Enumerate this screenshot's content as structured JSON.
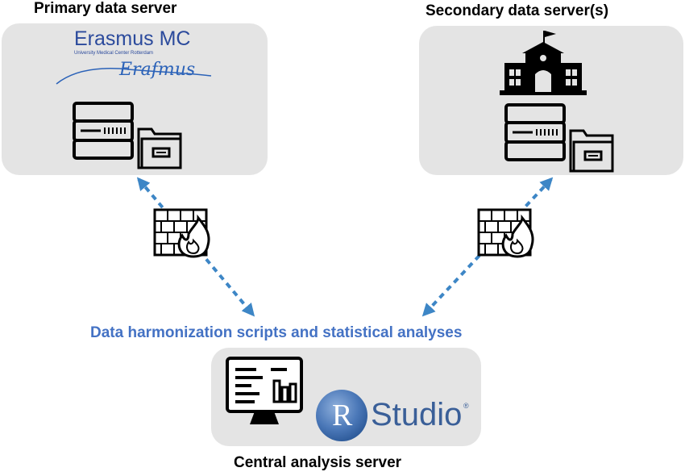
{
  "primary": {
    "title": "Primary data server"
  },
  "secondary": {
    "title": "Secondary data server(s)"
  },
  "central": {
    "title": "Central analysis server"
  },
  "middle_caption": "Data harmonization scripts and statistical analyses",
  "logo": {
    "name": "Erasmus MC",
    "subtitle": "University Medical Center Rotterdam",
    "script": "Erafmus"
  },
  "rstudio": {
    "r": "R",
    "word": "Studio",
    "mark": "®"
  },
  "colors": {
    "box": "#e4e4e4",
    "arrow": "#3d86c6",
    "caption": "#4472c4",
    "logo": "#2b4a9c",
    "rstudio_blue": "#3a5f98"
  },
  "icons": [
    "server-icon",
    "folder-icon",
    "school-building-icon",
    "firewall-icon",
    "computer-chart-icon",
    "rstudio-logo"
  ]
}
